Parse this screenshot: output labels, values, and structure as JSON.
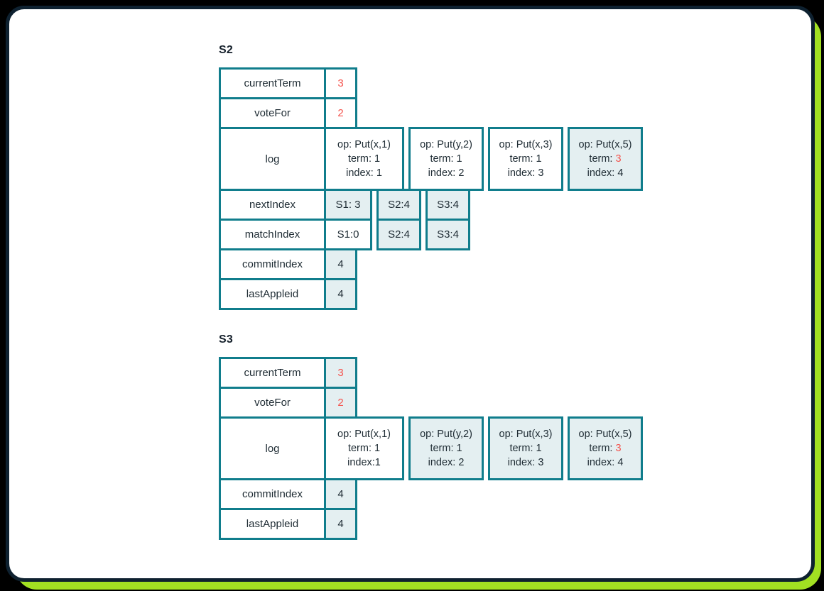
{
  "palette": {
    "page_bg": "#000000",
    "accent_green": "#a2e022",
    "card_bg": "#ffffff",
    "card_border": "#0e2130",
    "teal_border": "#107d8c",
    "cell_light_bg": "#e4eff1",
    "cell_white_bg": "#ffffff",
    "red_value": "#f4544e",
    "text_color": "#1e2b33"
  },
  "servers": [
    {
      "title": "S2",
      "currentTerm": {
        "label": "currentTerm",
        "value": "3"
      },
      "voteFor": {
        "label": "voteFor",
        "value": "2"
      },
      "log": {
        "label": "log",
        "e1": {
          "op": "op: Put(x,1)",
          "term": "term: 1",
          "index": "index: 1"
        },
        "e2": {
          "op": "op: Put(y,2)",
          "term": "term: 1",
          "index": "index: 2"
        },
        "e3": {
          "op": "op: Put(x,3)",
          "term": "term: 1",
          "index": "index: 3"
        },
        "e4": {
          "op": "op: Put(x,5)",
          "term_label": "term: ",
          "term_value": "3",
          "index": "index: 4"
        }
      },
      "nextIndex": {
        "label": "nextIndex",
        "s1": "S1: 3",
        "s2": "S2:4",
        "s3": "S3:4"
      },
      "matchIndex": {
        "label": "matchIndex",
        "s1": "S1:0",
        "s2": "S2:4",
        "s3": "S3:4"
      },
      "commitIndex": {
        "label": "commitIndex",
        "value": "4"
      },
      "lastAppleid": {
        "label": "lastAppleid",
        "value": "4"
      }
    },
    {
      "title": "S3",
      "currentTerm": {
        "label": "currentTerm",
        "value": "3"
      },
      "voteFor": {
        "label": "voteFor",
        "value": "2"
      },
      "log": {
        "label": "log",
        "e1": {
          "op": "op: Put(x,1)",
          "term": "term: 1",
          "index": "index:1"
        },
        "e2": {
          "op": "op: Put(y,2)",
          "term": "term: 1",
          "index": "index: 2"
        },
        "e3": {
          "op": "op: Put(x,3)",
          "term": "term: 1",
          "index": "index: 3"
        },
        "e4": {
          "op": "op: Put(x,5)",
          "term_label": "term: ",
          "term_value": "3",
          "index": "index: 4"
        }
      },
      "commitIndex": {
        "label": "commitIndex",
        "value": "4"
      },
      "lastAppleid": {
        "label": "lastAppleid",
        "value": "4"
      }
    }
  ]
}
